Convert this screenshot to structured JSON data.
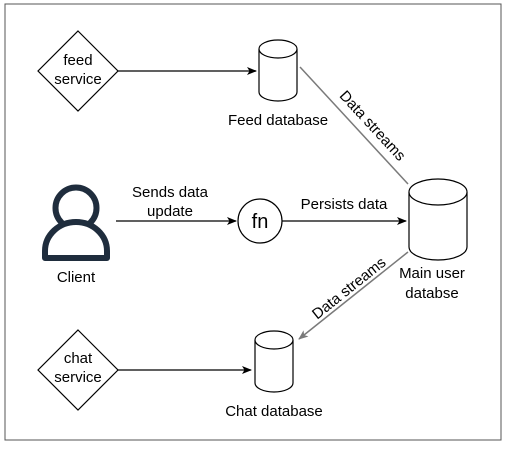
{
  "nodes": {
    "feed_service": {
      "line1": "feed",
      "line2": "service"
    },
    "chat_service": {
      "line1": "chat",
      "line2": "service"
    },
    "feed_database": {
      "label": "Feed database"
    },
    "chat_database": {
      "label": "Chat database"
    },
    "main_user_database": {
      "line1": "Main user",
      "line2": "databse"
    },
    "client": {
      "label": "Client"
    },
    "function": {
      "label": "fn"
    }
  },
  "edges": {
    "client_to_fn": {
      "line1": "Sends data",
      "line2": "update"
    },
    "fn_to_main": {
      "label": "Persists data"
    },
    "main_to_feed": {
      "label": "Data streams"
    },
    "main_to_chat": {
      "label": "Data streams"
    }
  },
  "colors": {
    "stroke": "#000000",
    "edge_stream": "#7a7a7a",
    "client_fill": "#1f2d3d",
    "frame": "#555555"
  }
}
